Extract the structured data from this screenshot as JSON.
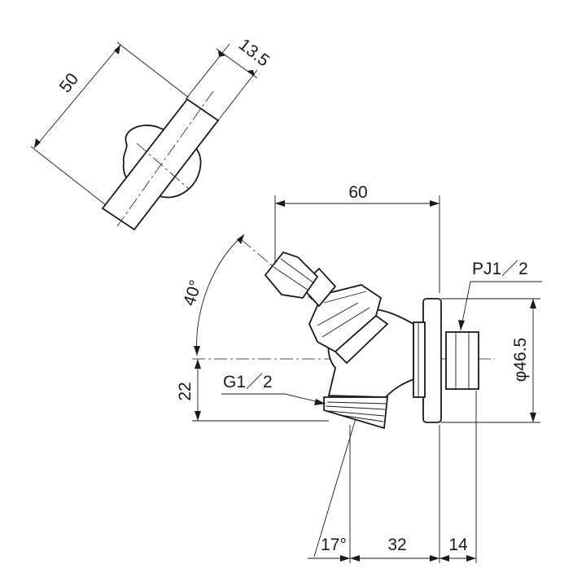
{
  "dimensions": {
    "plan_length": "50",
    "plan_width": "13.5",
    "overall_width": "60",
    "handle_angle": "40°",
    "outlet_offset": "22",
    "outlet_thread": "G1／2",
    "inlet_thread": "PJ1／2",
    "flange_diameter": "φ46.5",
    "spout_angle": "17°",
    "outlet_depth": "32",
    "inlet_length": "14"
  }
}
